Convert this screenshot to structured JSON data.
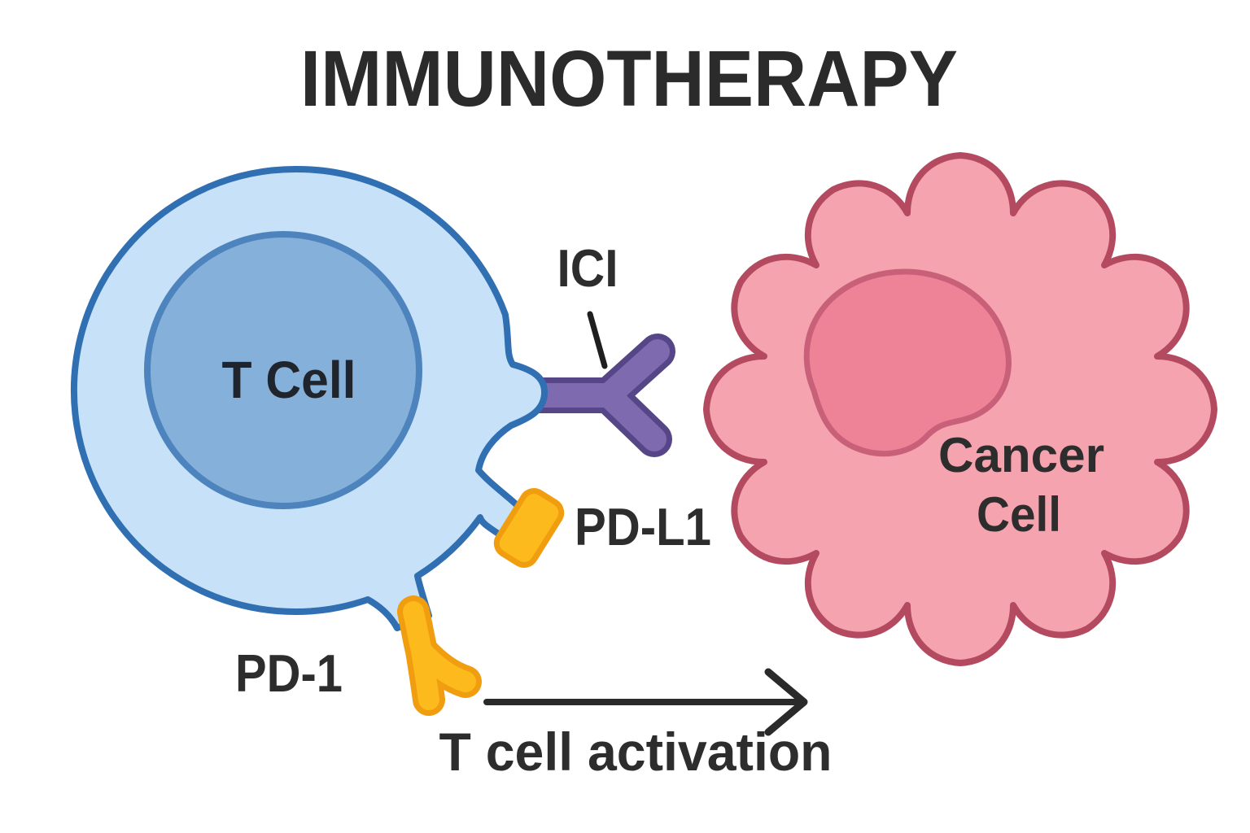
{
  "title": {
    "text": "IMMUNOTHERAPY",
    "color": "#2b2b2b"
  },
  "t_cell": {
    "label": "T Cell",
    "label_color": "#20242c",
    "body_fill": "#c7e2f8",
    "membrane_color": "#2f6fb2",
    "nucleus_fill": "#85b0da",
    "nucleus_border": "#4e84bd"
  },
  "cancer_cell": {
    "label_line1": "Cancer",
    "label_line2": "Cell",
    "label_color": "#2d2d2d",
    "body_fill": "#f5a3ae",
    "membrane_color": "#b44a60",
    "nucleus_fill": "#ee8398",
    "nucleus_border": "#c96079"
  },
  "ici": {
    "label": "ICI",
    "label_color": "#2d2d2d",
    "fill": "#7e6aae",
    "outline": "#564688",
    "pointer_color": "#1f1f1f"
  },
  "pd_l1": {
    "label": "PD-L1",
    "label_color": "#2d2d2d",
    "fill": "#fcba1c",
    "outline": "#f09d10"
  },
  "pd_1": {
    "label": "PD-1",
    "label_color": "#2d2d2d",
    "fill": "#fcba1c",
    "outline": "#f09d10"
  },
  "activation": {
    "label": "T cell activation",
    "label_color": "#2d2d2d",
    "arrow_color": "#2a2a2a"
  }
}
